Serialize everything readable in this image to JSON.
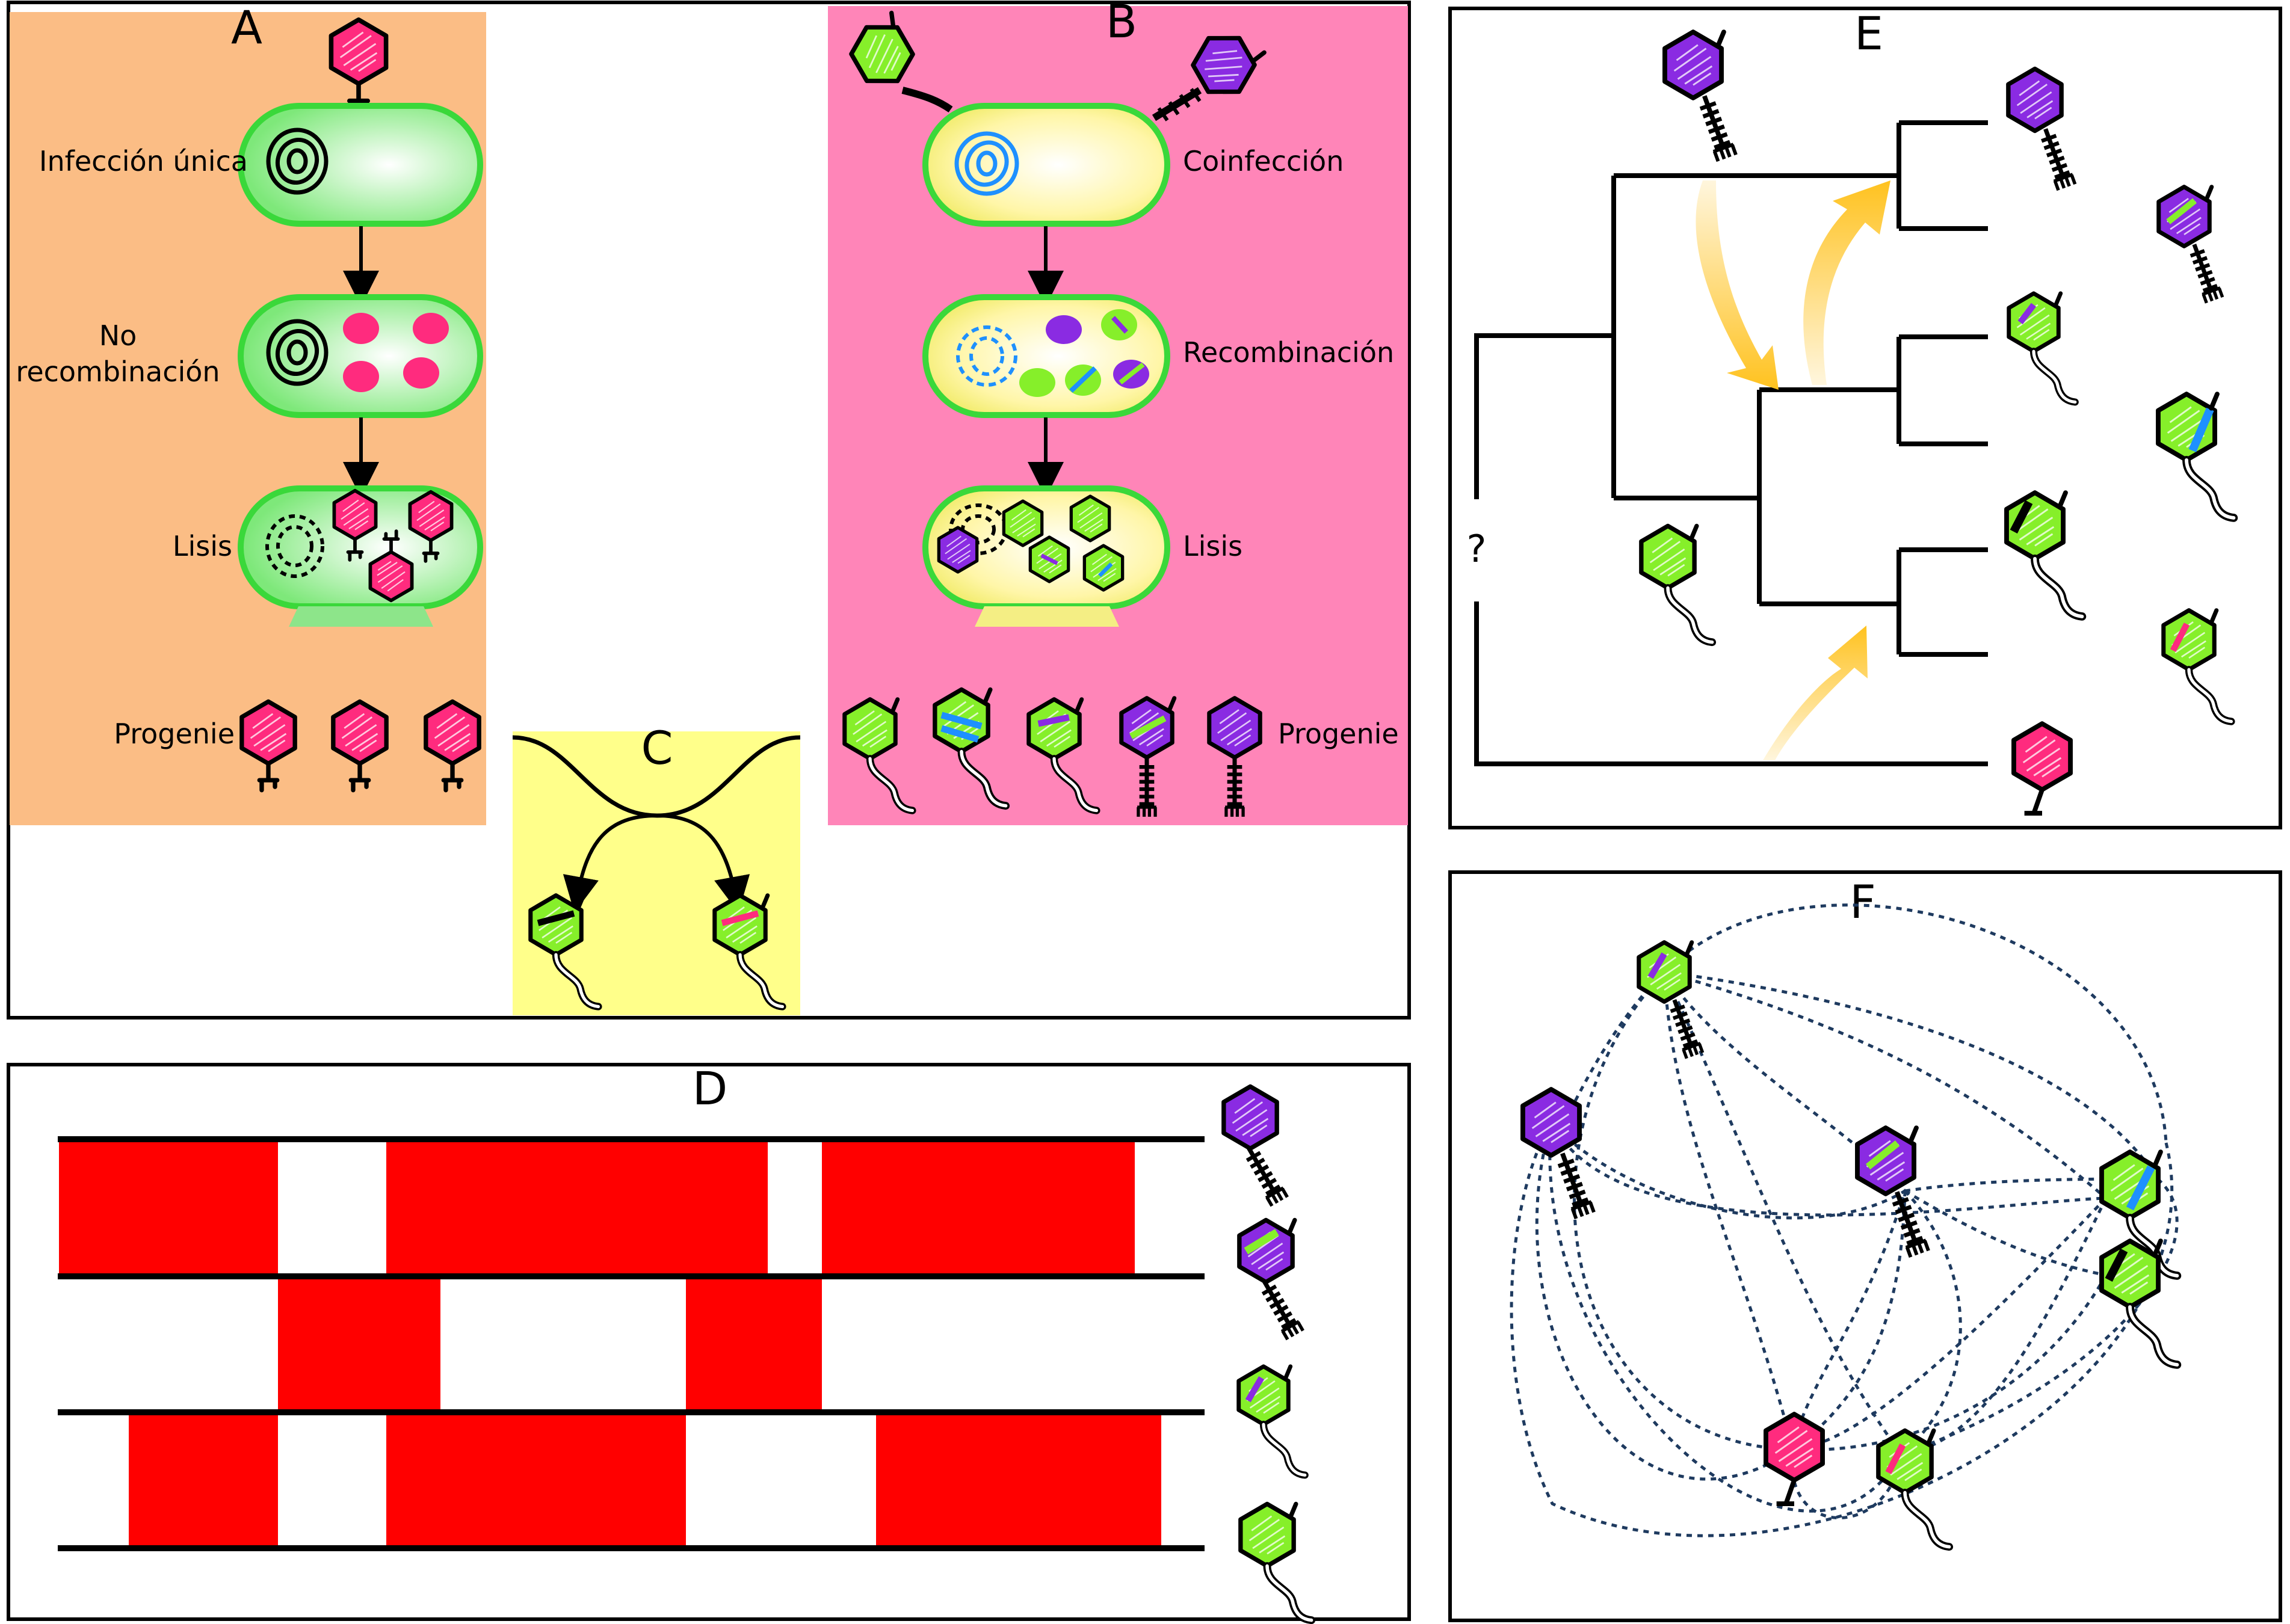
{
  "panels": {
    "a": {
      "letter": "A",
      "labels": [
        "Infección única",
        "No",
        "recombinación",
        "Lisis",
        "Progenie"
      ]
    },
    "b": {
      "letter": "B",
      "labels": [
        "Coinfección",
        "Recombinación",
        "Lisis",
        "Progenie"
      ]
    },
    "c": {
      "letter": "C"
    },
    "d": {
      "letter": "D"
    },
    "e": {
      "letter": "E",
      "unknown_root": "?"
    },
    "f": {
      "letter": "F"
    }
  },
  "colors": {
    "panel_a_bg": "#fbbd85",
    "panel_b_bg": "#ff85b8",
    "panel_c_bg": "#ffff8a",
    "cell_green": "#5fe05a",
    "cell_inner_a": "#eaffea",
    "cell_inner_b": "#ffffcc",
    "phage_pink": "#ff2b7e",
    "phage_green": "#86ef2a",
    "phage_purple": "#8a2be2",
    "dna_blue": "#1e90ff",
    "tree_arrow": "#ffc21f",
    "block_red": "#ff0000",
    "network_edge": "#1e3a5f"
  }
}
